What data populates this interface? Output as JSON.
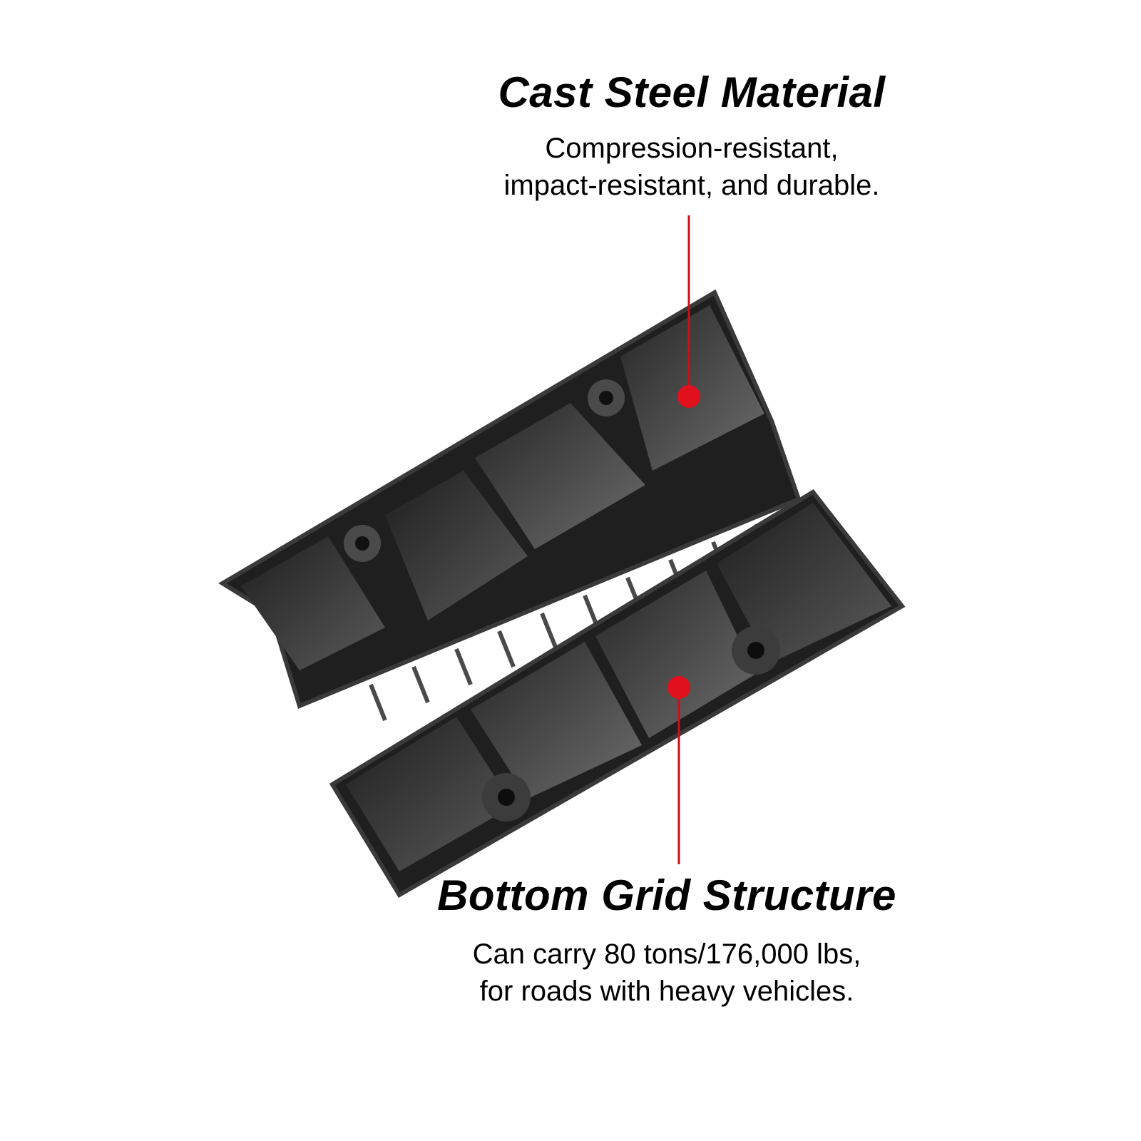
{
  "callouts": {
    "top": {
      "title": "Cast Steel Material",
      "line1": "Compression-resistant,",
      "line2": "impact-resistant, and durable."
    },
    "bottom": {
      "title": "Bottom Grid Structure",
      "line1": "Can carry 80 tons/176,000 lbs,",
      "line2": "for roads with heavy vehicles."
    }
  },
  "colors": {
    "background": "#ffffff",
    "product": "#2a2a2a",
    "marker": "#e0101c",
    "leader_line": "#c8101a"
  }
}
